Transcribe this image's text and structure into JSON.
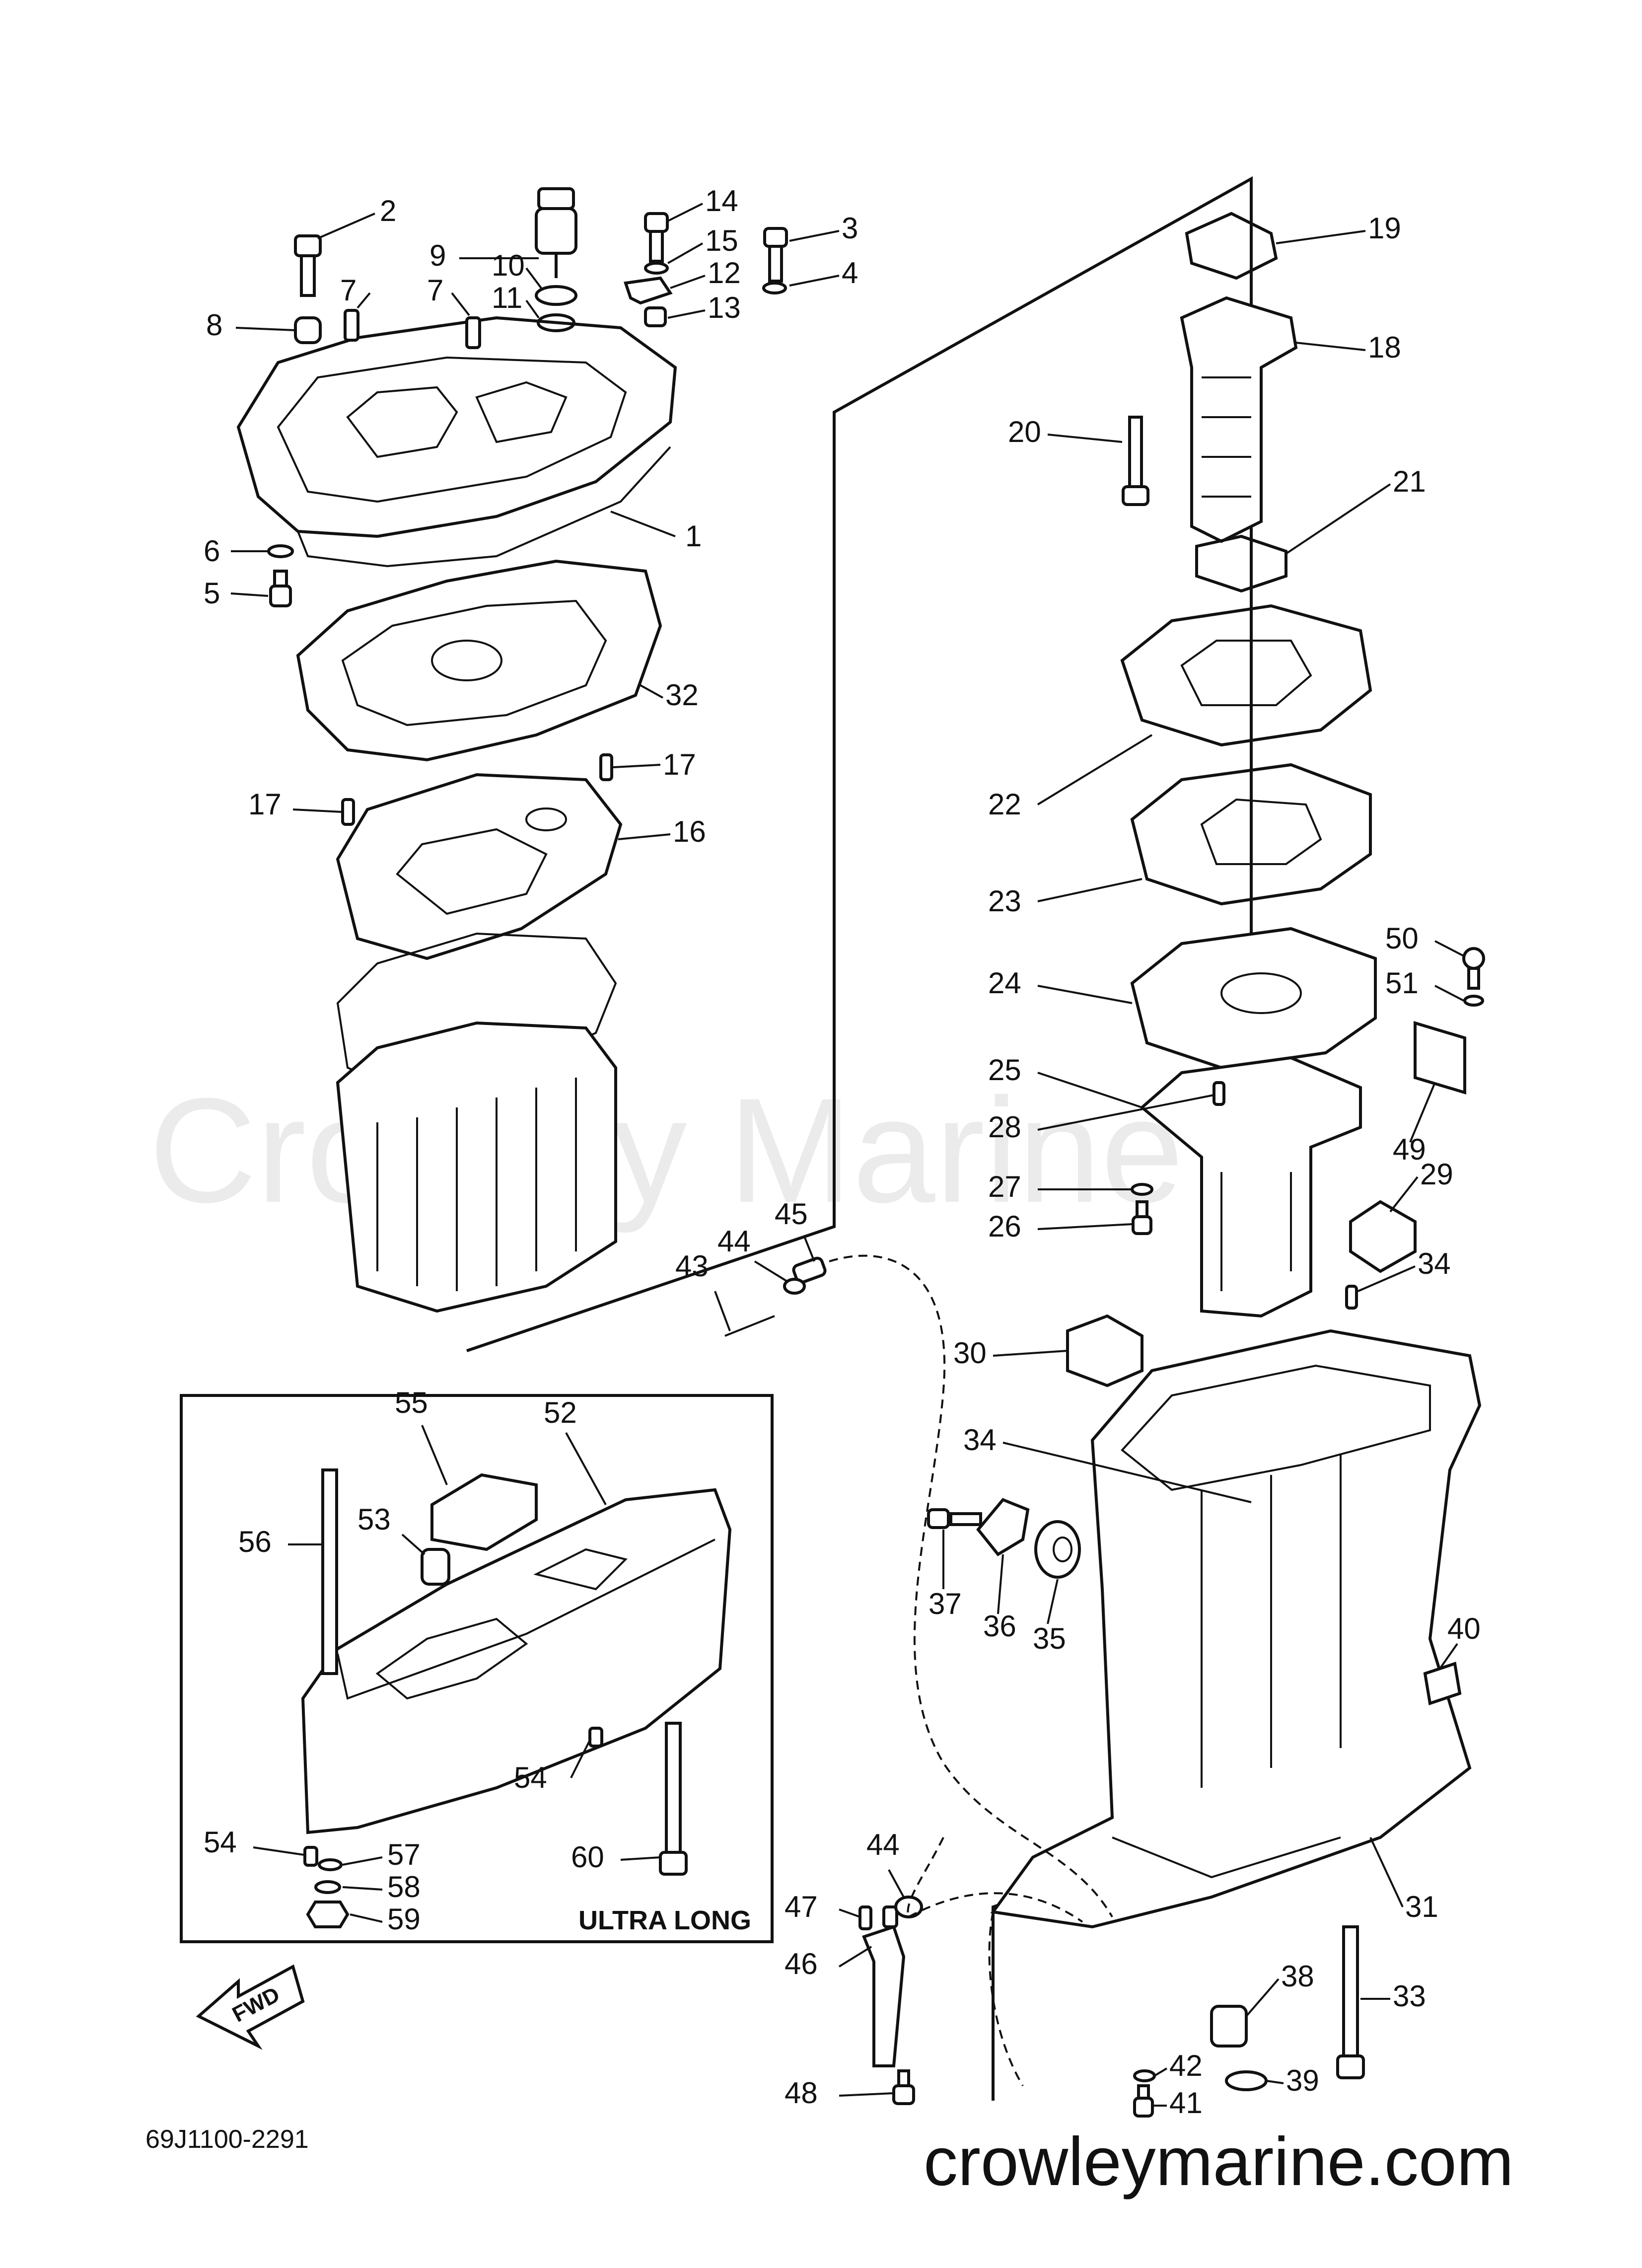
{
  "watermark": "Crowley Marine",
  "site_url": "crowleymarine.com",
  "diagram_code": "69J1100-2291",
  "inset_caption": "ULTRA LONG",
  "fwd_label": "FWD",
  "labels": [
    "1",
    "2",
    "3",
    "4",
    "5",
    "6",
    "7",
    "7",
    "8",
    "9",
    "10",
    "11",
    "12",
    "13",
    "14",
    "15",
    "16",
    "17",
    "17",
    "18",
    "19",
    "20",
    "21",
    "22",
    "23",
    "24",
    "25",
    "26",
    "27",
    "28",
    "29",
    "30",
    "31",
    "32",
    "33",
    "34",
    "34",
    "35",
    "36",
    "37",
    "38",
    "39",
    "40",
    "41",
    "42",
    "43",
    "44",
    "44",
    "45",
    "46",
    "47",
    "48",
    "49",
    "50",
    "51",
    "52",
    "53",
    "54",
    "54",
    "55",
    "56",
    "57",
    "58",
    "59",
    "60"
  ]
}
